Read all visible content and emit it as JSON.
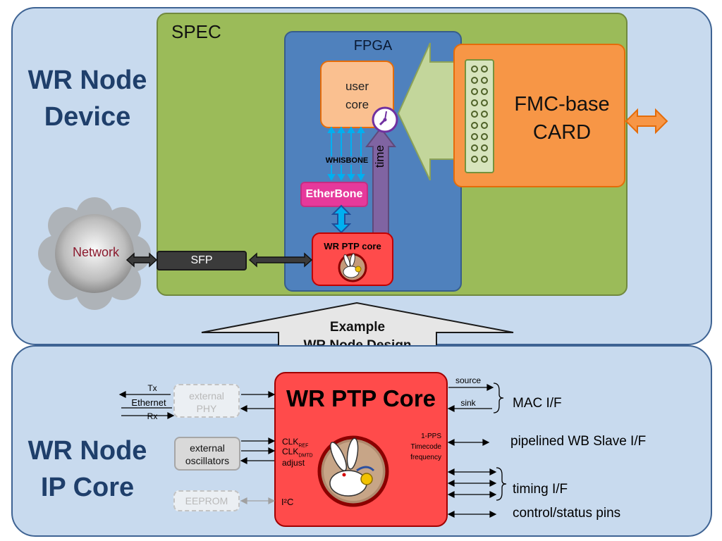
{
  "top_panel": {
    "title_line1": "WR Node",
    "title_line2": "Device"
  },
  "bottom_panel": {
    "title_line1": "WR Node",
    "title_line2": "IP Core"
  },
  "spec": {
    "label": "SPEC"
  },
  "fpga": {
    "label": "FPGA"
  },
  "user_core": {
    "line1": "user",
    "line2": "core"
  },
  "whisbone": {
    "label": "WHISBONE"
  },
  "time": {
    "label": "time"
  },
  "etherbone": {
    "label": "EtherBone"
  },
  "wr_ptp_small": {
    "label": "WR PTP core"
  },
  "fmc": {
    "line1": "FMC-base",
    "line2": "CARD"
  },
  "network": {
    "label": "Network"
  },
  "sfp": {
    "label": "SFP"
  },
  "example_arrow": {
    "line1": "Example",
    "line2": "WR Node Design"
  },
  "wr_core": {
    "title": "WR PTP Core",
    "clk_ref": "CLK",
    "clk_ref_sub": "REF",
    "clk_dmtd": "CLK",
    "clk_dmtd_sub": "DMTD",
    "adjust": "adjust",
    "i2c": "I²C",
    "pps": "1-PPS",
    "timecode": "Timecode",
    "frequency": "frequency"
  },
  "left_io": {
    "tx": "Tx",
    "ethernet": "Ethernet",
    "rx": "Rx",
    "external_phy_line1": "external",
    "external_phy_line2": "PHY",
    "ext_osc_line1": "external",
    "ext_osc_line2": "oscillators",
    "eeprom": "EEPROM"
  },
  "right_io": {
    "source": "source",
    "sink": "sink",
    "mac_if": "MAC I/F",
    "wb_slave_if": "pipelined WB Slave I/F",
    "timing_if": "timing I/F",
    "control_status": "control/status pins"
  },
  "colors": {
    "panel_bg": "#c8daee",
    "panel_border": "#3e6393",
    "spec_green": "#9bbb59",
    "fpga_blue": "#4f81bd",
    "fmc_orange": "#f79646",
    "core_red": "#ff4b4b",
    "etherbone_pink": "#e6399b",
    "time_purple": "#8064a2",
    "title_navy": "#1f3f6b"
  }
}
